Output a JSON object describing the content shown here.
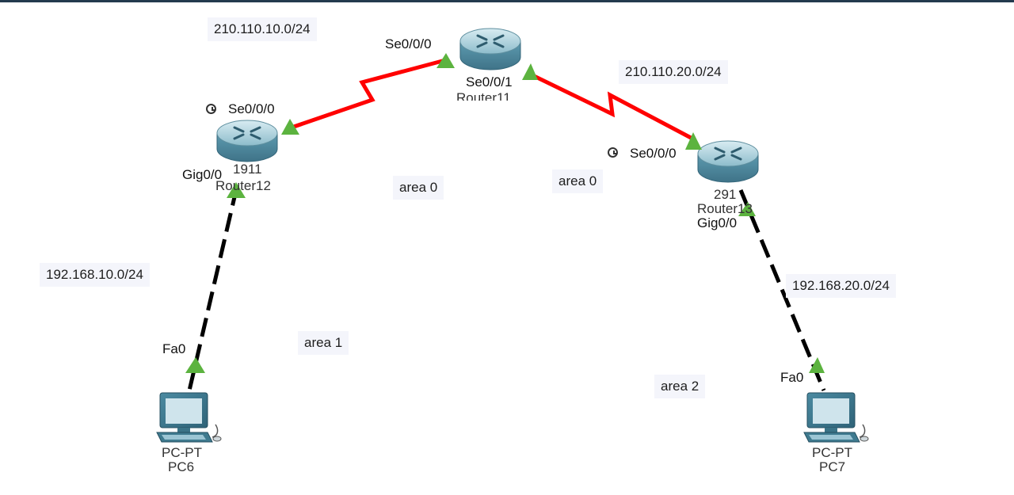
{
  "networks": {
    "wan1": "210.110.10.0/24",
    "wan2": "210.110.20.0/24",
    "lan1": "192.168.10.0/24",
    "lan2": "192.168.20.0/24"
  },
  "areas": {
    "a0_left": "area 0",
    "a0_right": "area 0",
    "a1": "area 1",
    "a2": "area 2"
  },
  "routers": {
    "r11": {
      "port_left": "Se0/0/0",
      "port_right": "Se0/0/1",
      "name": "Router11"
    },
    "r12": {
      "port_serial": "Se0/0/0",
      "port_gig": "Gig0/0",
      "model": "1911",
      "name": "Router12"
    },
    "r13": {
      "port_serial": "Se0/0/0",
      "port_gig": "Gig0/0",
      "model": "291",
      "name": "Router13"
    }
  },
  "pcs": {
    "pc6": {
      "port": "Fa0",
      "model": "PC-PT",
      "name": "PC6"
    },
    "pc7": {
      "port": "Fa0",
      "model": "PC-PT",
      "name": "PC7"
    }
  },
  "colors": {
    "serial_link": "#ff0000",
    "ethernet_link": "#000000",
    "port_up": "#5cb33f",
    "router_body": "#5b95a9"
  }
}
